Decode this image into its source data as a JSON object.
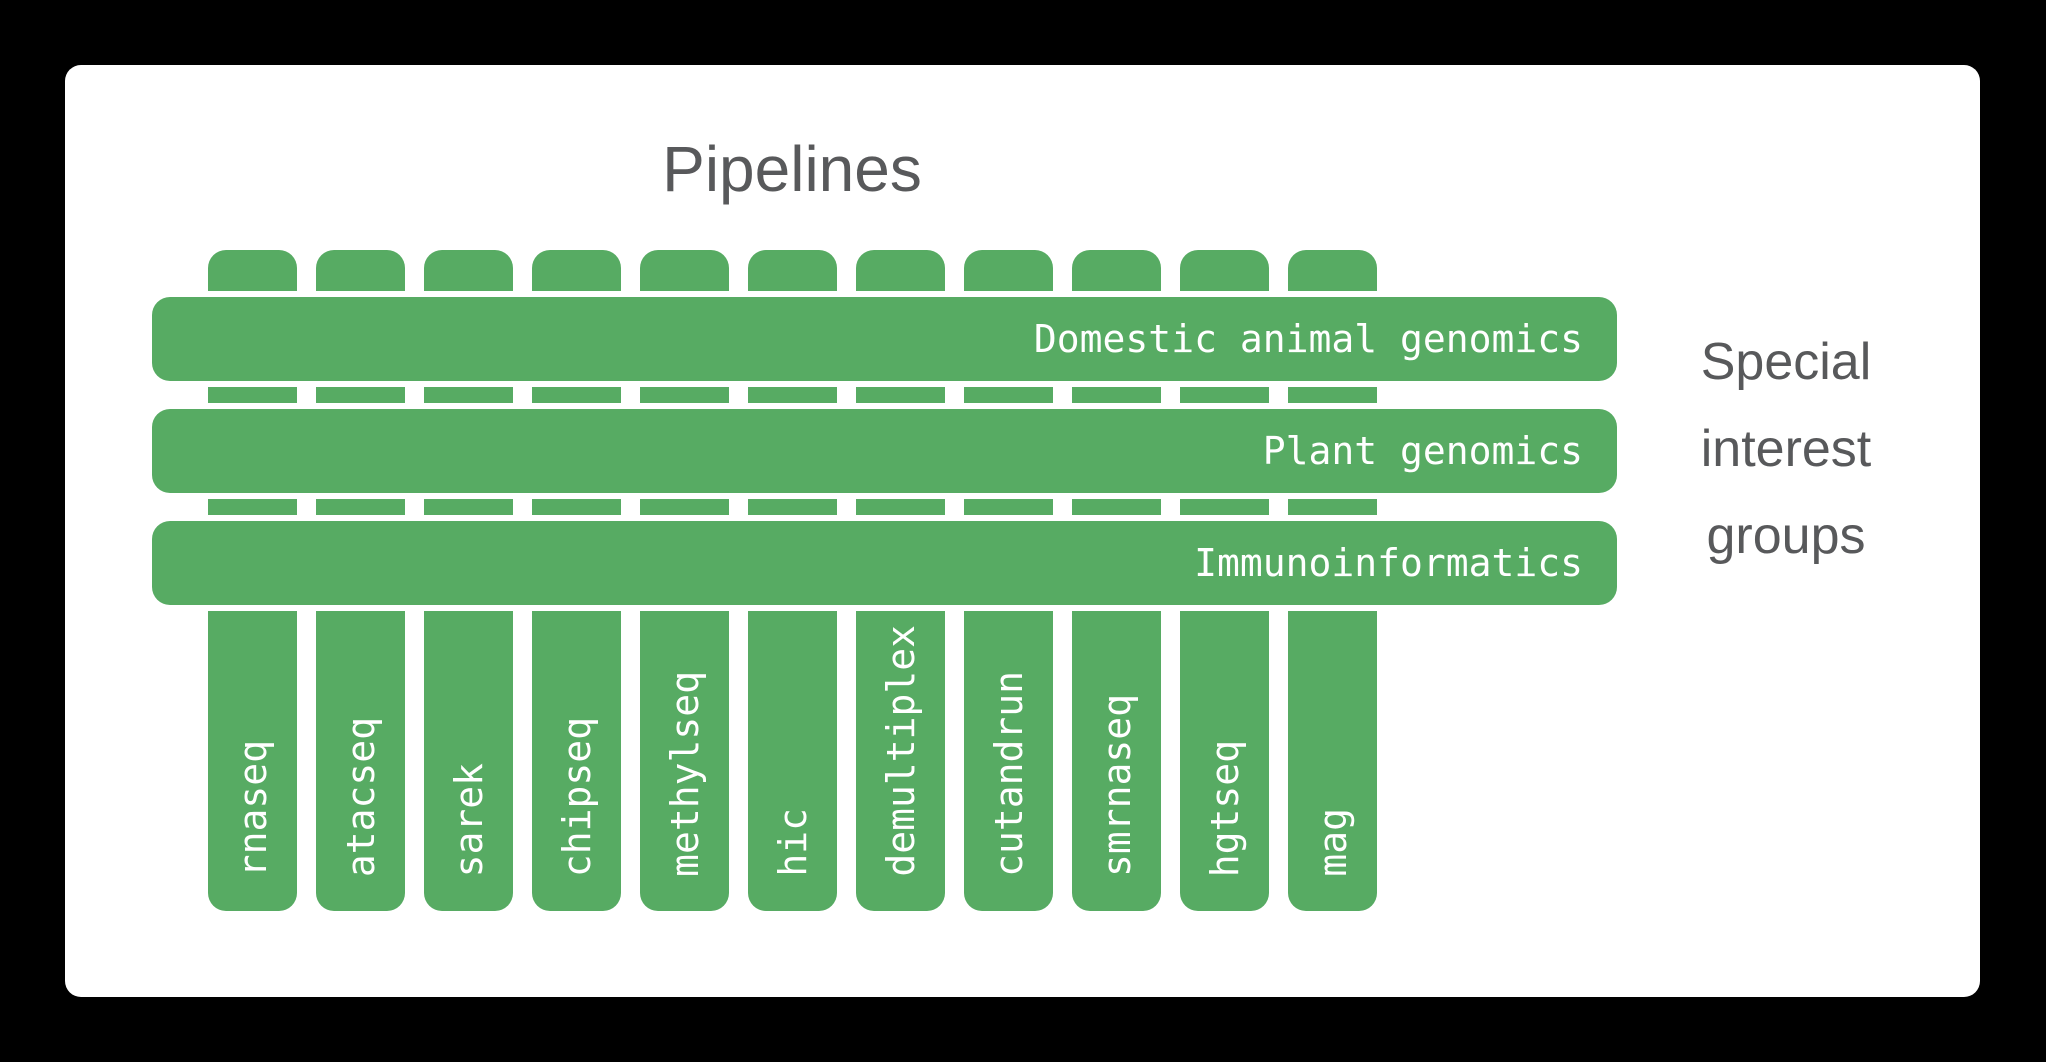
{
  "title": "Pipelines",
  "side_label": {
    "line1": "Special",
    "line2": "interest",
    "line3": "groups"
  },
  "pipelines": [
    "rnaseq",
    "atacseq",
    "sarek",
    "chipseq",
    "methylseq",
    "hic",
    "demultiplex",
    "cutandrun",
    "smrnaseq",
    "hgtseq",
    "mag"
  ],
  "special_interest_groups": [
    "Domestic animal genomics",
    "Plant genomics",
    "Immunoinformatics"
  ],
  "colors": {
    "green": "#57ab63",
    "bar_text": "#ffffff",
    "heading_text": "#58595b",
    "canvas_bg": "#000000",
    "card_bg": "#ffffff"
  }
}
